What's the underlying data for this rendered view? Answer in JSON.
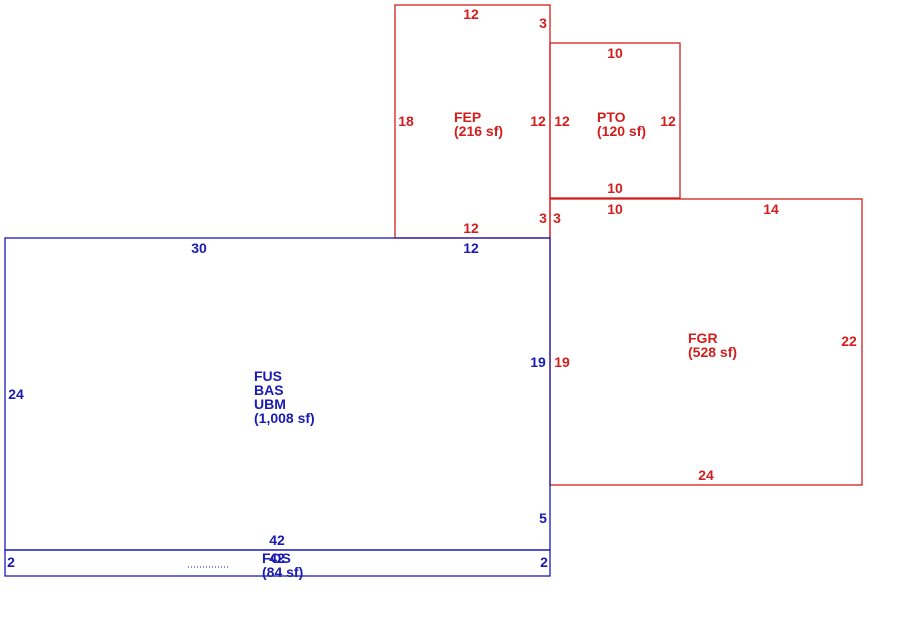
{
  "colors": {
    "blue": "#1a1ab4",
    "red": "#d21e1e",
    "background": "#ffffff"
  },
  "areas": {
    "main": {
      "codes": [
        "FUS",
        "BAS",
        "UBM"
      ],
      "area": "(1,008 sf)"
    },
    "fep": {
      "code": "FEP",
      "area": "(216 sf)"
    },
    "pto": {
      "code": "PTO",
      "area": "(120 sf)"
    },
    "fgr": {
      "code": "FGR",
      "area": "(528 sf)"
    },
    "fos": {
      "code": "FOS",
      "area": "(84 sf)",
      "overlap_dim": "42"
    }
  },
  "dimensions": {
    "main_top_left": "30",
    "main_top_right": "12",
    "main_left": "24",
    "main_right": "19",
    "main_right_lower": "5",
    "main_bottom": "42",
    "fos_left": "2",
    "fos_right": "2",
    "fep_top": "12",
    "fep_top_right": "3",
    "fep_left": "18",
    "fep_right": "12",
    "fep_bottom": "12",
    "fep_bottom_right": "3",
    "pto_top": "10",
    "pto_left": "12",
    "pto_right": "12",
    "pto_bottom": "10",
    "fgr_top_left": "10",
    "fgr_top_right": "14",
    "fgr_left_top": "3",
    "fgr_left": "19",
    "fgr_right": "22",
    "fgr_bottom": "24"
  }
}
